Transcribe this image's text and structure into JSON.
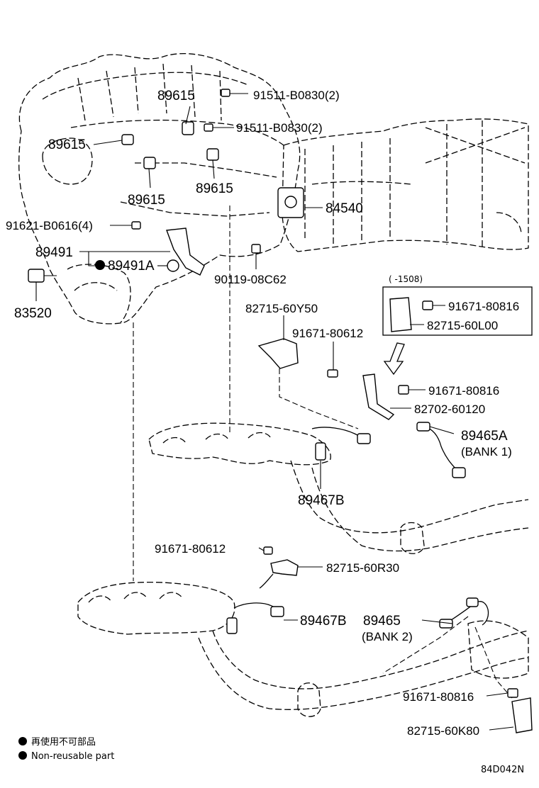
{
  "labels": {
    "sensor_top": "89615",
    "bolt_top_1": "91511-B0830(2)",
    "bolt_top_2": "91511-B0830(2)",
    "sensor_left": "89615",
    "sensor_lower_left": "89615",
    "sensor_lower_right": "89615",
    "bolt_bracket": "91621-B0616(4)",
    "actuator": "84540",
    "bracket_assy": "89491",
    "gasket": "89491A",
    "plug": "90119-08C62",
    "pressure_sensor": "83520",
    "stay_y50": "82715-60Y50",
    "bolt_80612_top": "91671-80612",
    "date_note": "(      -1508)",
    "bolt_80816_inset": "91671-80816",
    "stay_l00": "82715-60L00",
    "bolt_80816_mid": "91671-80816",
    "bracket_60120": "82702-60120",
    "o2_sensor_bank1": "89465A",
    "bank1": "(BANK 1)",
    "af_sensor_upper": "89467B",
    "bolt_80612_lower": "91671-80612",
    "stay_r30": "82715-60R30",
    "af_sensor_lower": "89467B",
    "o2_sensor_bank2": "89465",
    "bank2": "(BANK 2)",
    "bolt_80816_lower": "91671-80816",
    "stay_k80": "82715-60K80"
  },
  "legend": {
    "jp": "再使用不可部品",
    "en": "Non-reusable part"
  },
  "figure_code": "84D042N"
}
